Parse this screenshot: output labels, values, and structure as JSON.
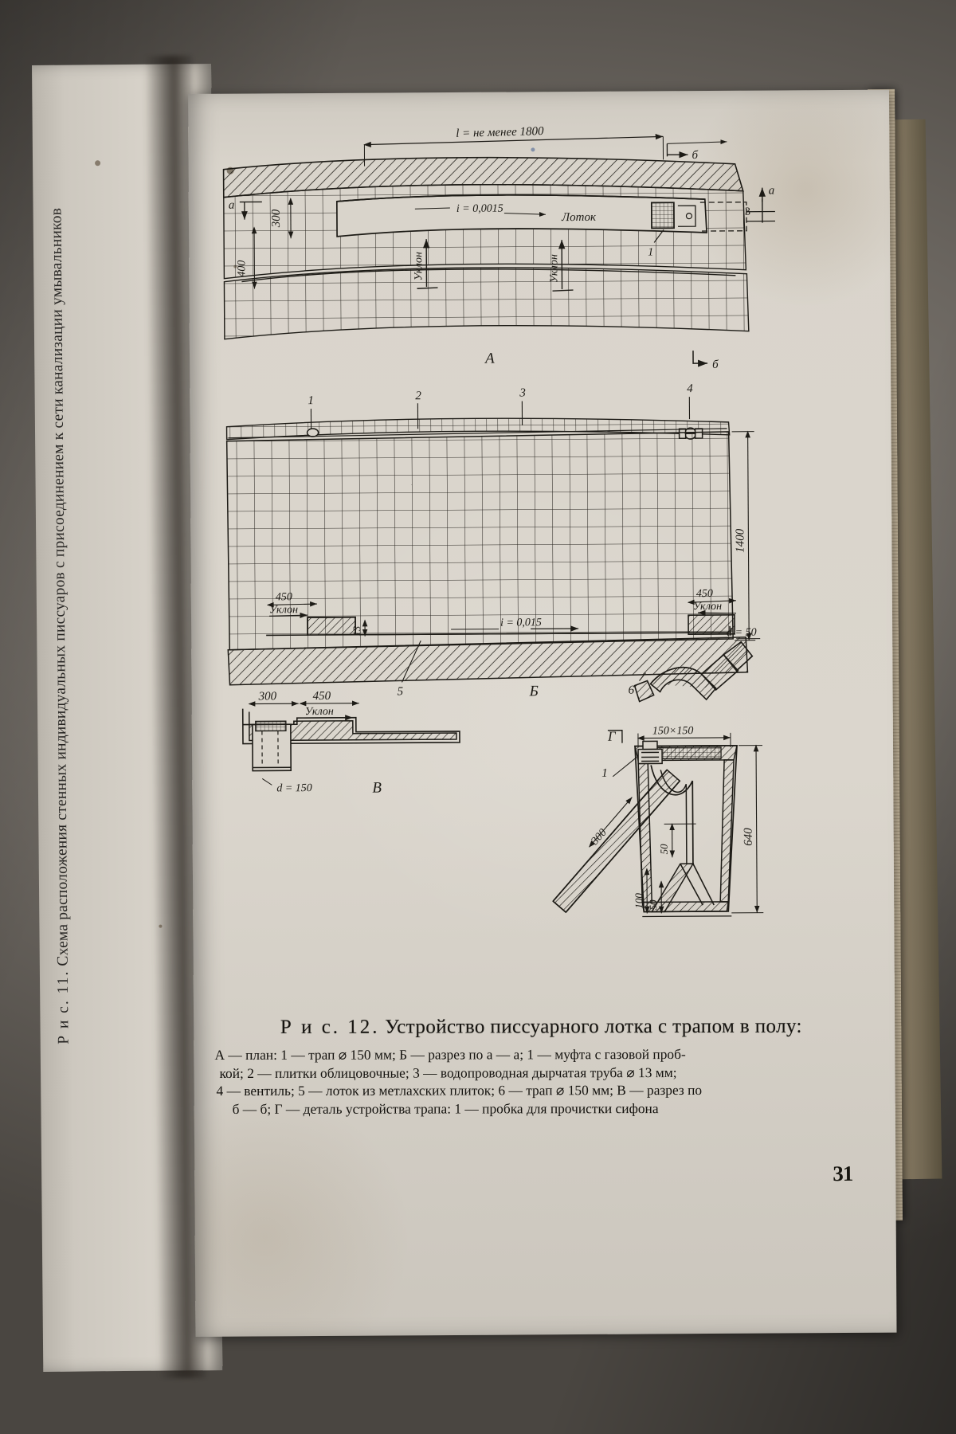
{
  "document": {
    "page_number": "31",
    "language": "ru"
  },
  "figure_11": {
    "label": "Р и с.  11.",
    "caption": "Схема расположения стенных индивидуальных писсуаров с присоединением к сети канализации умывальников"
  },
  "figure_12": {
    "label": "Р и с.  12.",
    "title": "Устройство писсуарного лотка с трапом в полу:",
    "legend_lines": [
      "А — план:  1 — трап ⌀ 150 мм; Б — разрез по а — а; 1 — муфта с газовой проб-",
      "кой; 2 — плитки облицовочные;  3 — водопроводная дырчатая труба ⌀ 13 мм;",
      "4 — вентиль; 5 — лоток из метлахских плиток; 6 — трап ⌀ 150 мм; В — разрез по",
      "б — б; Г — деталь устройства трапа:  1 — пробка для прочистки сифона"
    ]
  },
  "drawing": {
    "views": [
      {
        "key": "A",
        "label": "А",
        "description": "план"
      },
      {
        "key": "B",
        "label": "Б",
        "description": "разрез по а — а"
      },
      {
        "key": "V",
        "label": "В",
        "description": "разрез по б — б"
      },
      {
        "key": "G",
        "label": "Г",
        "description": "деталь устройства трапа"
      }
    ],
    "section_marks": [
      {
        "name": "section-mark-a-left",
        "label": "а"
      },
      {
        "name": "section-mark-a-right",
        "label": "а"
      },
      {
        "name": "section-mark-b-top",
        "label": "б"
      },
      {
        "name": "section-mark-b-bottom",
        "label": "б"
      }
    ],
    "plan_labels": {
      "length_note": "l = не менее 1800",
      "slope_value": "i = 0,0015",
      "trough": "Лоток",
      "slope_word_1": "Уклон",
      "slope_word_2": "Уклон",
      "dim_300": "300",
      "dim_400": "400",
      "callout_1": "1",
      "view_letter": "А",
      "cut_letter_b": "б",
      "cut_letter_a_left": "а",
      "cut_letter_a_right": "а"
    },
    "section_b_labels": {
      "callout_1": "1",
      "callout_2": "2",
      "callout_3": "3",
      "callout_4": "4",
      "callout_5": "5",
      "callout_6": "6",
      "dim_1400": "1400",
      "dim_450_left": "450",
      "dim_450_right": "450",
      "slope_left": "Уклон",
      "slope_right": "Уклон",
      "dim_13": "13",
      "slope_value": "i = 0,015",
      "pipe_dia": "d = 50",
      "view_letter": "Б"
    },
    "section_v_labels": {
      "dim_300": "300",
      "dim_450": "450",
      "slope": "Уклон",
      "drain_dia": "d = 150",
      "view_letter": "В"
    },
    "detail_g_labels": {
      "view_letter": "Г",
      "dim_150x150": "150×150",
      "dim_640": "640",
      "dim_300": "300",
      "dim_100": "100",
      "dim_50_a": "50",
      "dim_50_b": "50",
      "callout_1": "1"
    }
  },
  "colors": {
    "paper": "#d9d4cb",
    "ink": "#17150f",
    "desk": "#6b665f"
  }
}
